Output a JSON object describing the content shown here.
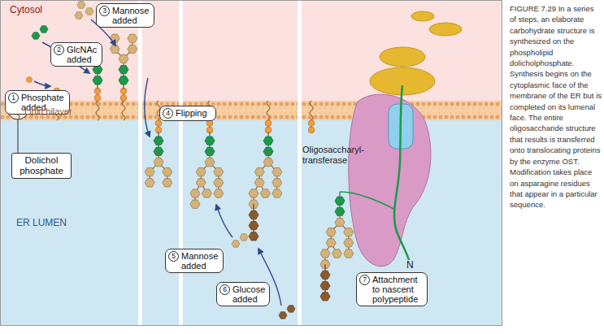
{
  "diagram": {
    "caption": "FIGURE 7.29 In a series of steps, an elaborate carbohydrate structure is synthesized on the phospholipid dolicholphosphate. Synthesis begins on the cytoplasmic face of the membrane of the ER but is completed on its lumenal face. The entire oligosaccharide structure that results is transferred onto translocating proteins by the enzyme OST. Modification takes place on asparagine residues that appear in a particular sequence.",
    "nodes": [
      {
        "text": [
          "1",
          "Phosphate added"
        ]
      },
      {
        "text": [
          "2",
          "GlcNAc added"
        ]
      },
      {
        "text": [
          "3",
          "Mannose added"
        ]
      },
      {
        "text": [
          "Dolichol phosphate"
        ]
      },
      {
        "text": [
          "4",
          "Flipping"
        ]
      },
      {
        "text": [
          "5",
          "Mannose added"
        ]
      },
      {
        "text": [
          "6",
          "Glucose added"
        ]
      },
      {
        "text": [
          "7",
          "Attachment to nascent polypeptide"
        ]
      }
    ],
    "labels": [
      "Cytosol",
      "Lipid bilayer",
      "ER LUMEN",
      "Oligosaccharyl-transferase",
      "N"
    ]
  }
}
